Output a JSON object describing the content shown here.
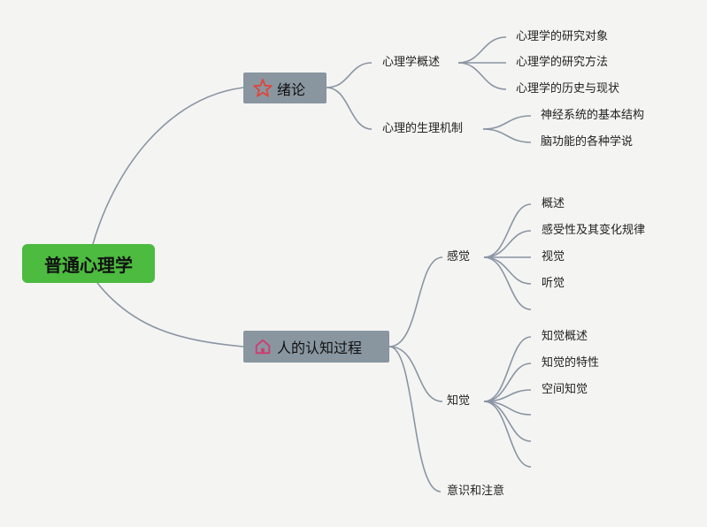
{
  "root": "普通心理学",
  "branches": [
    {
      "label": "绪论",
      "icon": "star-icon",
      "children": [
        {
          "label": "心理学概述",
          "children": [
            "心理学的研究对象",
            "心理学的研究方法",
            "心理学的历史与现状"
          ]
        },
        {
          "label": "心理的生理机制",
          "children": [
            "神经系统的基本结构",
            "脑功能的各种学说"
          ]
        }
      ]
    },
    {
      "label": "人的认知过程",
      "icon": "house-icon",
      "children": [
        {
          "label": "感觉",
          "children": [
            "概述",
            "感受性及其变化规律",
            "视觉",
            "听觉",
            ""
          ]
        },
        {
          "label": "知觉",
          "children": [
            "知觉概述",
            "知觉的特性",
            "空间知觉",
            "",
            "",
            ""
          ]
        },
        {
          "label": "意识和注意",
          "children": []
        }
      ]
    }
  ],
  "colors": {
    "root": "#4cbb3f",
    "branch": "#8996a0",
    "line": "#8a95a3",
    "star": "#e0463a",
    "house": "#d23a6e"
  }
}
